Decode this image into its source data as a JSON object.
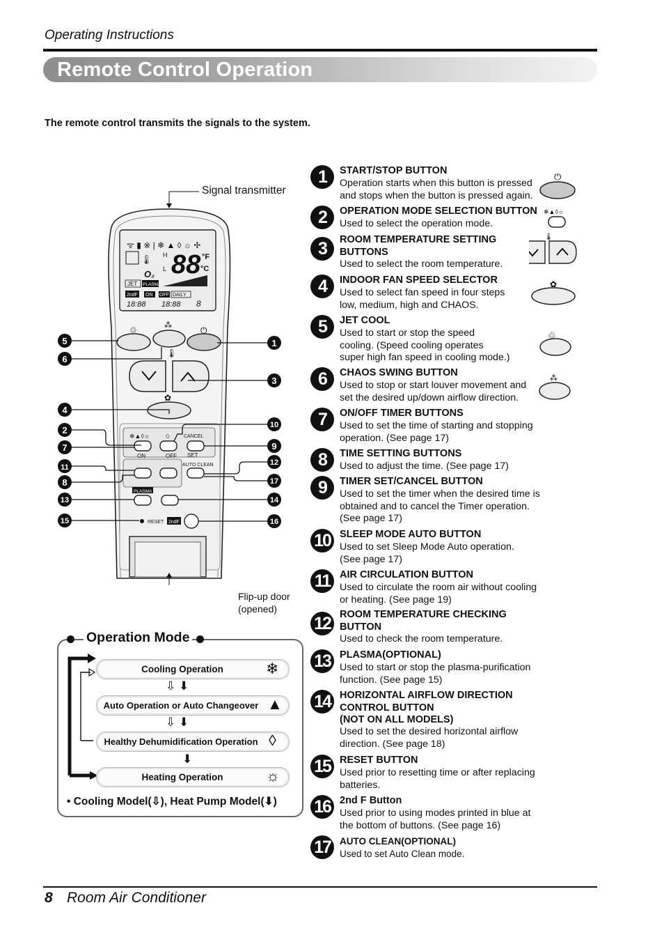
{
  "header": {
    "section": "Operating Instructions",
    "title": "Remote Control Operation"
  },
  "intro": "The remote control transmits the signals to the system.",
  "remote": {
    "signal_label": "Signal transmitter",
    "flip_label_1": "Flip-up door",
    "flip_label_2": "(opened)",
    "lcd": {
      "digits": "88",
      "unit_f": "°F",
      "unit_c": "°C",
      "jet": "JET",
      "plasma": "PLASMA",
      "second_f": "2ndF",
      "on": "ON",
      "off": "OFF",
      "daily": "DAILY",
      "time1": "18:88",
      "time2": "18:88",
      "h": "H",
      "l": "L",
      "o2": "O₂"
    },
    "panel": {
      "cancel": "CANCEL",
      "set": "SET",
      "on": "ON",
      "off": "OFF",
      "auto_clean": "AUTO CLEAN",
      "plasma": "PLASMA",
      "reset": "RESET",
      "second_f": "2ndF"
    },
    "callouts_left": [
      "5",
      "6",
      "4",
      "2",
      "7",
      "11",
      "8",
      "13",
      "15"
    ],
    "callouts_right": [
      "1",
      "3",
      "10",
      "9",
      "12",
      "17",
      "14",
      "16"
    ]
  },
  "operation_mode": {
    "title": "Operation Mode",
    "modes": [
      "Cooling Operation",
      "Auto Operation or Auto Changeover",
      "Healthy Dehumidification Operation",
      "Heating Operation"
    ],
    "note_prefix": "• Cooling Model(",
    "note_mid": "), Heat Pump Model(",
    "note_suffix": ")"
  },
  "items": [
    {
      "num": "1",
      "title": "START/STOP BUTTON",
      "desc": "Operation starts when this button is pressed\nand stops when the button is pressed again."
    },
    {
      "num": "2",
      "title": "OPERATION MODE SELECTION BUTTON",
      "desc": "Used to select the operation mode."
    },
    {
      "num": "3",
      "title": "ROOM TEMPERATURE SETTING\nBUTTONS",
      "desc": "Used to select the room temperature."
    },
    {
      "num": "4",
      "title": "INDOOR FAN SPEED SELECTOR",
      "desc": "Used to select fan speed in four steps\nlow, medium, high and CHAOS."
    },
    {
      "num": "5",
      "title": "JET COOL",
      "desc": "Used to start or stop the speed\ncooling. (Speed cooling operates\nsuper high fan speed in cooling mode.)"
    },
    {
      "num": "6",
      "title": "CHAOS SWING BUTTON",
      "desc": "Used to stop or start louver movement and\nset the desired up/down airflow direction."
    },
    {
      "num": "7",
      "title": "ON/OFF TIMER BUTTONS",
      "desc": "Used to set the time of starting and stopping\noperation. (See page 17)"
    },
    {
      "num": "8",
      "title": "TIME SETTING BUTTONS",
      "desc": "Used to adjust the time. (See page 17)"
    },
    {
      "num": "9",
      "title": "TIMER SET/CANCEL BUTTON",
      "desc": "Used to set the timer when the desired time is\nobtained and to cancel the Timer operation.\n(See page 17)"
    },
    {
      "num": "10",
      "title": "SLEEP MODE AUTO BUTTON",
      "desc": "Used to set Sleep Mode Auto operation.\n(See page 17)"
    },
    {
      "num": "11",
      "title": "AIR CIRCULATION BUTTON",
      "desc": "Used to circulate the room air without cooling\nor heating. (See page 19)"
    },
    {
      "num": "12",
      "title": "ROOM TEMPERATURE CHECKING\nBUTTON",
      "desc": "Used to check the room temperature."
    },
    {
      "num": "13",
      "title": "PLASMA(OPTIONAL)",
      "desc": "Used to start or stop the plasma-purification\nfunction. (See page 15)"
    },
    {
      "num": "14",
      "title": "HORIZONTAL AIRFLOW DIRECTION\nCONTROL BUTTON\n(NOT ON ALL MODELS)",
      "desc": "Used to set the desired horizontal airflow\ndirection. (See page 18)"
    },
    {
      "num": "15",
      "title": "RESET BUTTON",
      "desc": "Used prior to resetting time or after replacing\nbatteries."
    },
    {
      "num": "16",
      "title": "2nd F Button",
      "desc": "Used prior to using modes printed in blue at\nthe bottom of buttons. (See page 16)"
    },
    {
      "num": "17",
      "title": "AUTO CLEAN(OPTIONAL)",
      "desc": "Used to set Auto Clean mode."
    }
  ],
  "footer": {
    "page": "8",
    "title": "Room Air Conditioner"
  }
}
